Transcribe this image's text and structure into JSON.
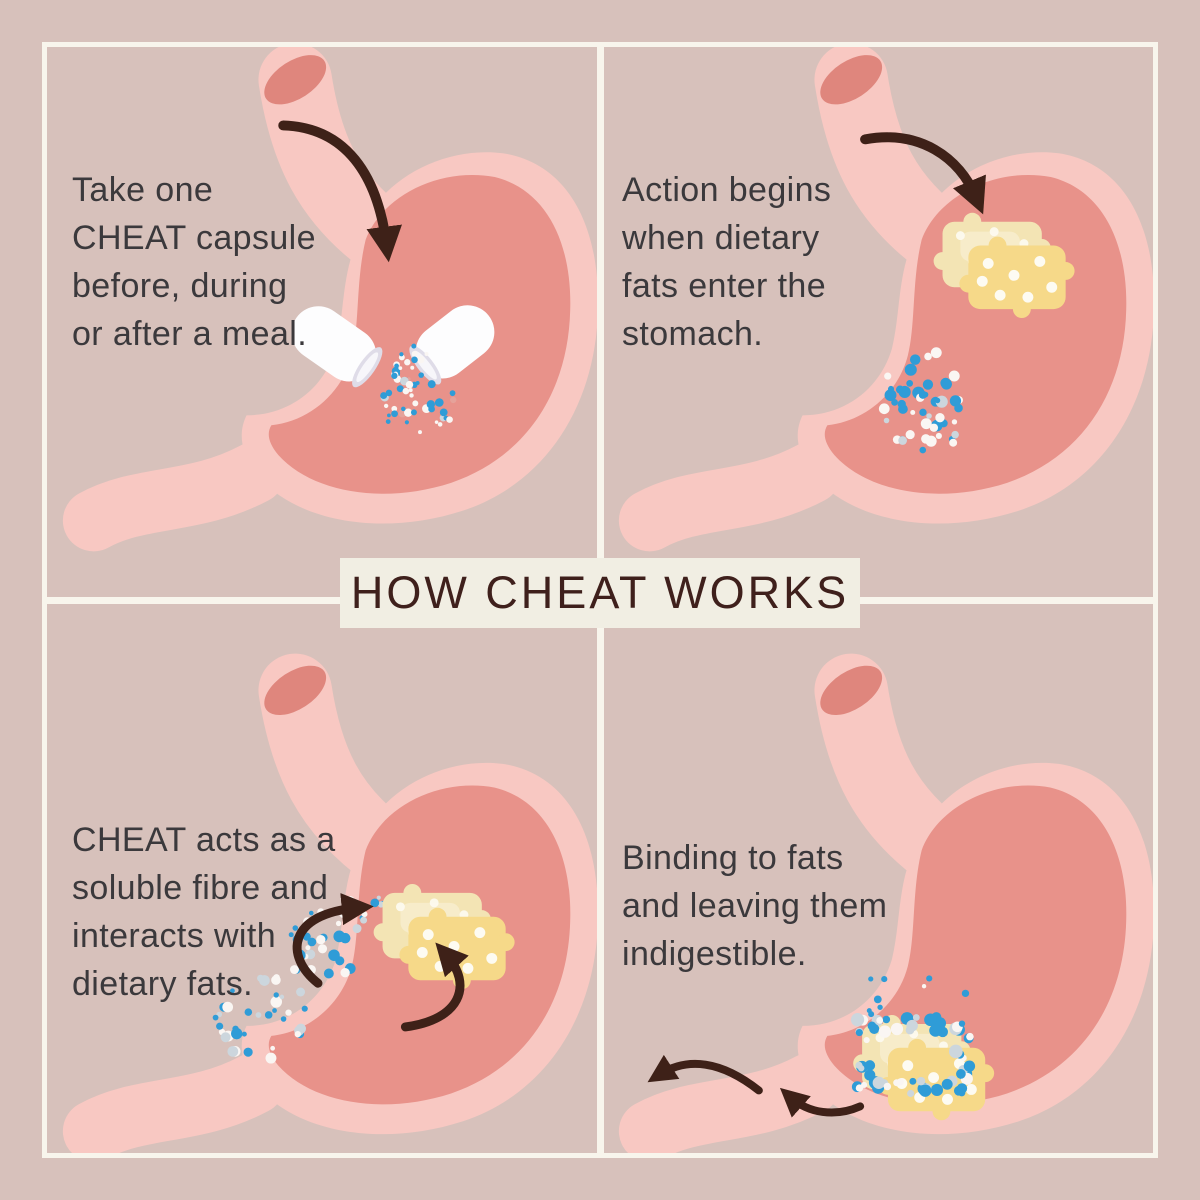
{
  "banner": {
    "title": "HOW CHEAT WORKS"
  },
  "panels": [
    {
      "name": "step-1-take-capsule",
      "caption": "Take one\nCHEAT capsule\nbefore, during\nor after a meal.",
      "icons": [
        "stomach-icon",
        "curved-arrow-icon",
        "open-capsule-icon",
        "particles-icon"
      ]
    },
    {
      "name": "step-2-fats-enter",
      "caption": "Action begins\nwhen dietary\nfats enter the\nstomach.",
      "icons": [
        "stomach-icon",
        "curved-arrow-icon",
        "dietary-fat-icon",
        "particles-icon"
      ]
    },
    {
      "name": "step-3-fibre-interacts",
      "caption": "CHEAT acts as a\nsoluble fibre and\ninteracts with\ndietary fats.",
      "icons": [
        "stomach-icon",
        "curved-arrow-icon",
        "dietary-fat-icon",
        "particles-icon"
      ]
    },
    {
      "name": "step-4-indigestible",
      "caption": "Binding to fats\nand leaving them\nindigestible.",
      "icons": [
        "stomach-icon",
        "curved-arrow-icon",
        "coated-fat-icon",
        "particles-icon"
      ]
    }
  ],
  "colors": {
    "background": "#d7c1bb",
    "frame": "#f8f5ec",
    "banner_bg": "#f1eee3",
    "banner_text": "#3f201c",
    "caption_text": "#3b393c",
    "stomach_outer": "#f8c8c2",
    "stomach_inner": "#e8928a",
    "stomach_opening": "#df867d",
    "arrow": "#3e2118",
    "particle_blue": "#2f9cd7",
    "particle_white": "#faf6f3",
    "particle_pale": "#ccd6dd",
    "particle_pink": "#e5a29a",
    "fat_light": "#f3e4b4",
    "fat_lighter": "#f7ecca",
    "fat_dark": "#f6d989",
    "fat_dot": "#fdfbf2",
    "capsule_white": "#fdfdfe",
    "capsule_rim": "#dfdce8",
    "capsule_core": "#f7f6fa"
  }
}
